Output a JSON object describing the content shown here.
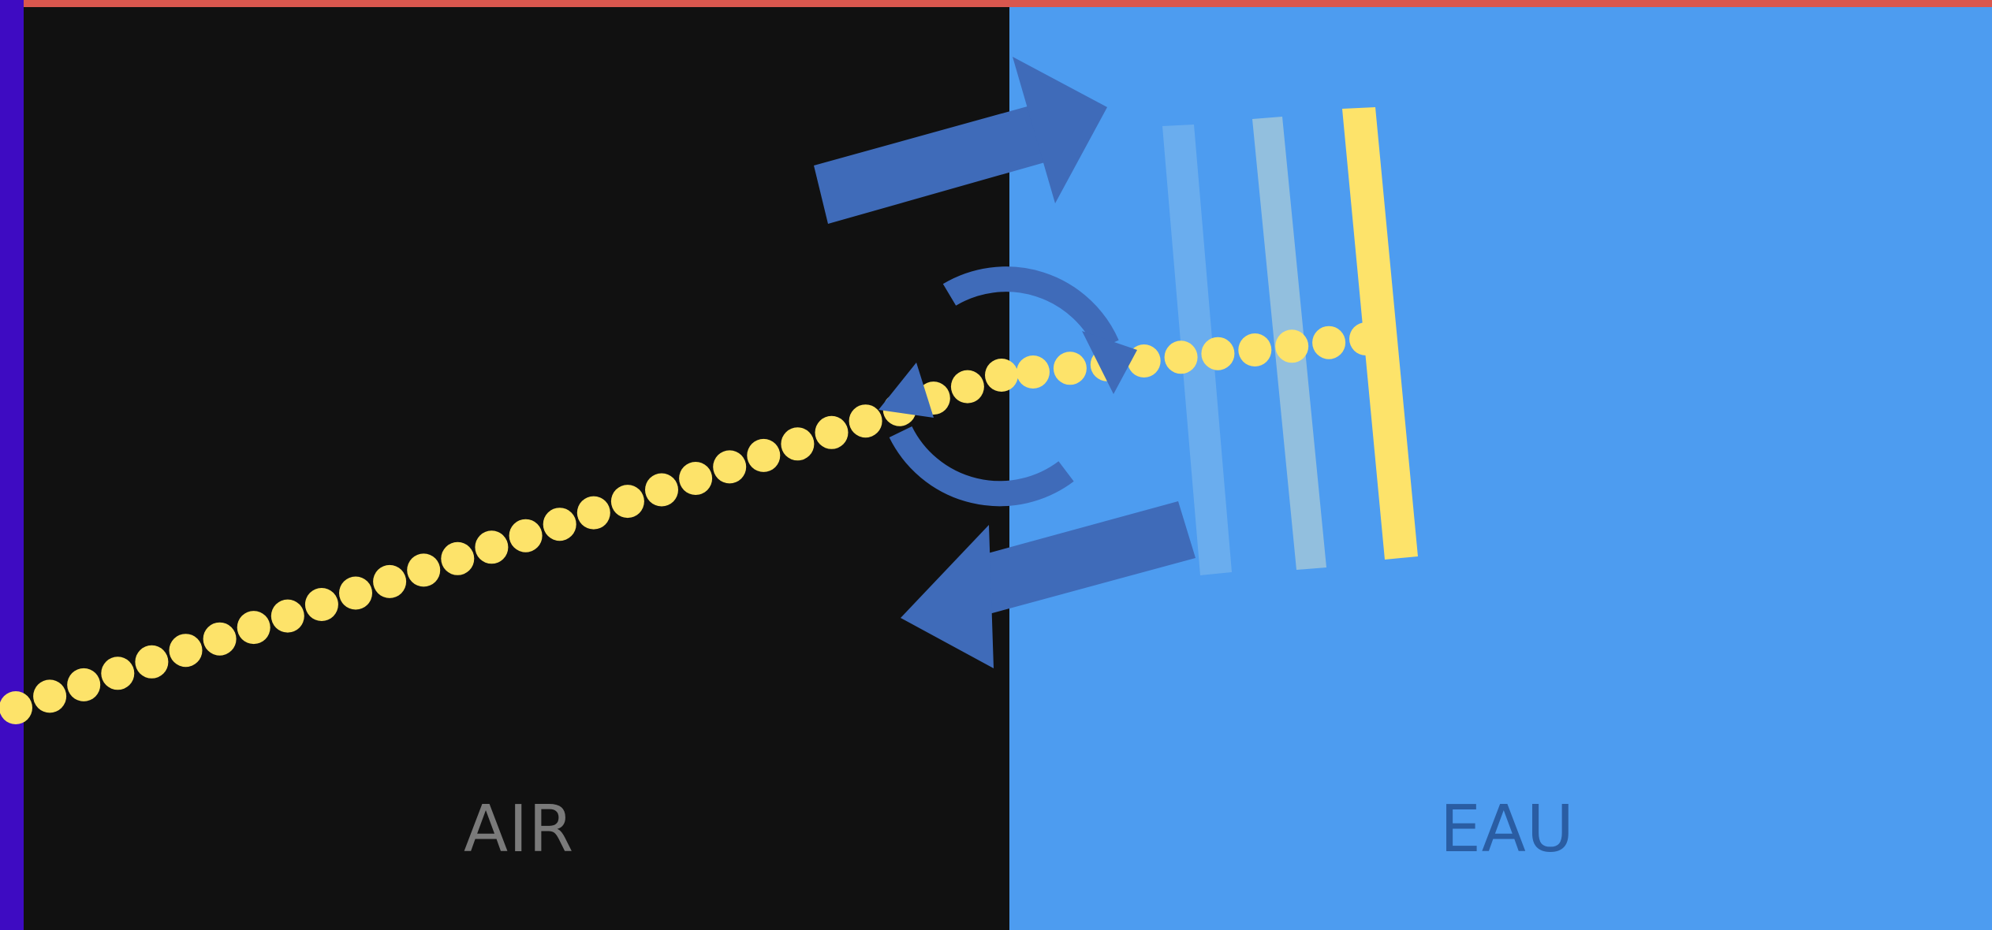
{
  "labels": {
    "air": "AIR",
    "water": "EAU"
  },
  "colors": {
    "air_background": "#111111",
    "water_background": "#4d9cf0",
    "frame_left": "#3e0bc2",
    "frame_top": "#d9574e",
    "light_ray": "#fde36a",
    "arrow": "#3f6bb9",
    "air_label": "#7a7a7a",
    "water_label": "#2a5da3",
    "wavefront_faint": "#8ec3ea",
    "wavefront_mid": "#a9cbd8"
  },
  "icons": {
    "reflection_arrow": "arrow-up-right",
    "return_arrow": "arrow-down-left",
    "rotation_arrow_top": "arc-arrow-clockwise",
    "rotation_arrow_bottom": "arc-arrow-counterclockwise"
  }
}
